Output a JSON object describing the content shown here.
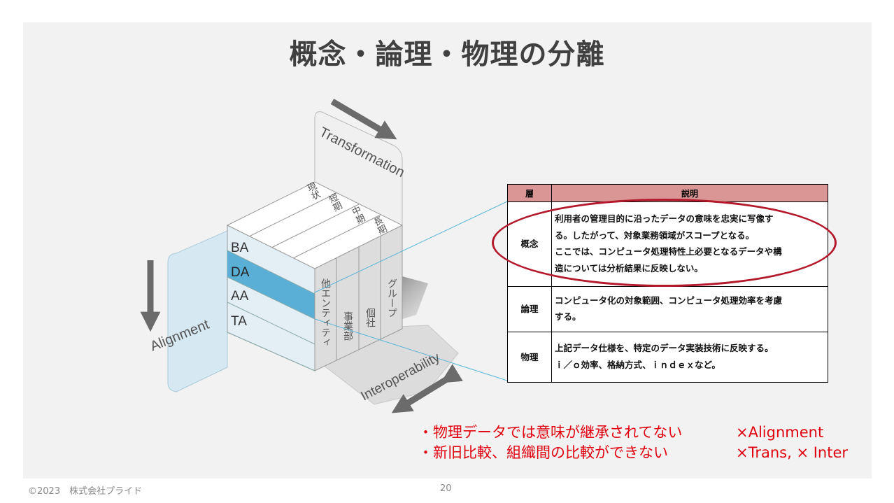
{
  "title": "概念・論理・物理の分離",
  "diagram": {
    "axis_transformation": "Transformation",
    "axis_alignment": "Alignment",
    "axis_interoperability": "Interoperability",
    "layers": [
      "BA",
      "DA",
      "AA",
      "TA"
    ],
    "time_labels": [
      "現状",
      "短期",
      "中期",
      "長期"
    ],
    "scope_labels": [
      "他エンティティ",
      "事業部",
      "個社",
      "グループ"
    ]
  },
  "table": {
    "headers": [
      "層",
      "説明"
    ],
    "rows": [
      {
        "layer": "概念",
        "lines": [
          "利用者の管理目的に沿ったデータの意味を忠実に写像す",
          "る。したがって、対象業務領域がスコープとなる。",
          "ここでは、コンピュータ処理特性上必要となるデータや構",
          "造については分析結果に反映しない。"
        ]
      },
      {
        "layer": "論理",
        "lines": [
          "コンピュータ化の対象範囲、コンピュータ処理効率を考慮",
          "する。"
        ]
      },
      {
        "layer": "物理",
        "lines": [
          "上記データ仕様を、特定のデータ実装技術に反映する。",
          "ｉ／ｏ効率、格納方式、ｉｎｄｅｘなど。"
        ]
      }
    ]
  },
  "notes": [
    {
      "bullet": "・物理データでは意味が継承されてない",
      "tag": "×Alignment"
    },
    {
      "bullet": "・新旧比較、組織間の比較ができない",
      "tag": "×Trans, × Inter"
    }
  ],
  "footer": {
    "copyright": "©2023　株式会社プライド",
    "page": "20"
  },
  "colors": {
    "highlight_layer": "#5aafd6",
    "ellipse": "#b3182b",
    "notes": "#e0000f",
    "table_header": "#da9694"
  }
}
